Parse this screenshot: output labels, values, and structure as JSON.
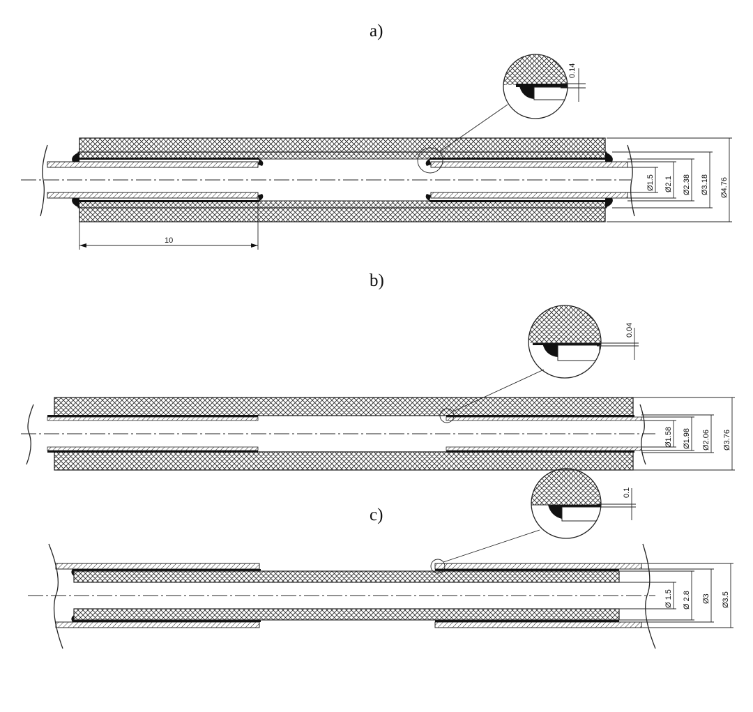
{
  "panels": [
    {
      "label": "a)",
      "detail_thickness": "0.14",
      "diameters": [
        "Ø1.5",
        "Ø2.1",
        "Ø2.38",
        "Ø3.18",
        "Ø4.76"
      ],
      "length": "10"
    },
    {
      "label": "b)",
      "detail_thickness": "0.04",
      "diameters": [
        "Ø1.58",
        "Ø1.98",
        "Ø2.06",
        "Ø3.76"
      ]
    },
    {
      "label": "c)",
      "detail_thickness": "0.1",
      "diameters": [
        "Ø 1.5",
        "Ø 2.8",
        "Ø3",
        "Ø3.5"
      ]
    }
  ],
  "colors": {
    "line": "#222222",
    "solder": "#111111",
    "crosshatch": "#222222"
  }
}
